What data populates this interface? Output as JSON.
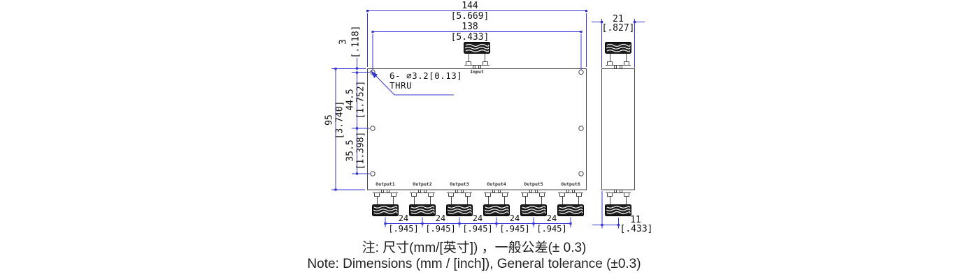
{
  "colors": {
    "dimension-line": "#3434d3",
    "outline": "#4a4a4a",
    "text": "#111111",
    "note-text": "#1f1f1f"
  },
  "views": {
    "front": {
      "dim_width_total": {
        "mm": "144",
        "inch": "[5.669]"
      },
      "dim_hole_span": {
        "mm": "138",
        "inch": "[5.433]"
      },
      "dim_hole_edge_offset": {
        "mm": "3",
        "inch": "[.118]"
      },
      "dim_height_total": {
        "mm": "95",
        "inch": "[3.740]"
      },
      "dim_hole_pitch_upper": {
        "mm": "44.5",
        "inch": "[1.752]"
      },
      "dim_hole_pitch_lower": {
        "mm": "35.5",
        "inch": "[1.398]"
      },
      "dim_port_pitch": [
        {
          "mm": "24",
          "inch": "[.945]"
        },
        {
          "mm": "24",
          "inch": "[.945]"
        },
        {
          "mm": "24",
          "inch": "[.945]"
        },
        {
          "mm": "24",
          "inch": "[.945]"
        },
        {
          "mm": "24",
          "inch": "[.945]"
        }
      ],
      "hole_callout": {
        "line1": "6- ∅3.2[0.13]",
        "line2": "THRU"
      },
      "input_label": "Input",
      "output_labels": [
        "Output1",
        "Output2",
        "Output3",
        "Output4",
        "Output5",
        "Output6"
      ]
    },
    "side": {
      "dim_depth": {
        "mm": "21",
        "inch": "[.827]"
      },
      "dim_port_offset": {
        "mm": "11",
        "inch": "[.433]"
      }
    }
  },
  "notes": {
    "line1": "注: 尺寸(mm/[英寸]) ，一般公差(± 0.3)",
    "line2": "Note: Dimensions (mm / [inch]), General tolerance (±0.3)"
  }
}
